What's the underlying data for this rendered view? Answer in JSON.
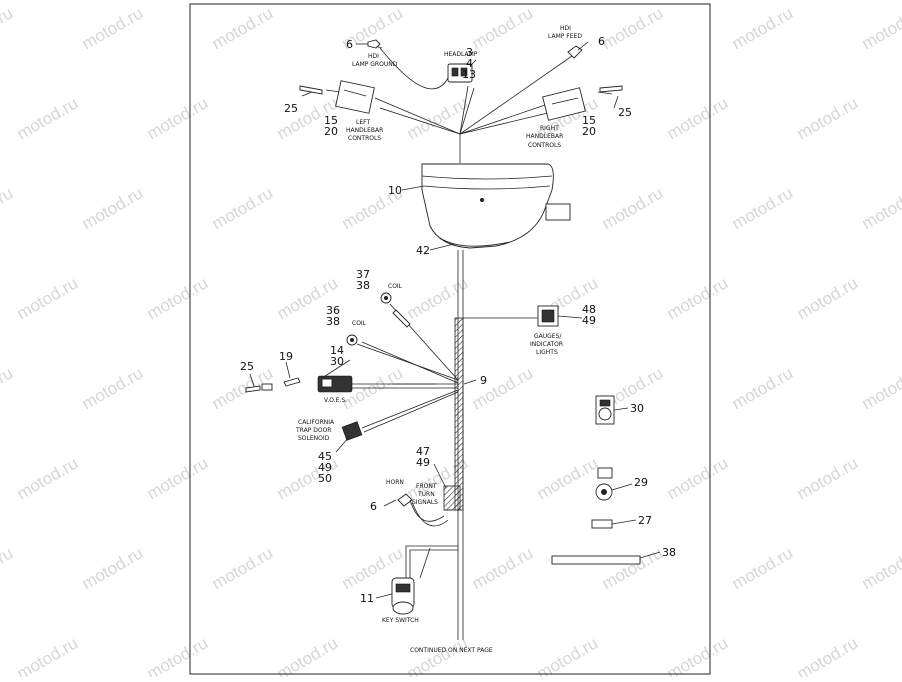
{
  "watermark": "motod.ru",
  "footer": "CONTINUED ON NEXT PAGE",
  "callouts": [
    {
      "id": "c1",
      "text": "6"
    },
    {
      "id": "c2",
      "text": "3"
    },
    {
      "id": "c3",
      "text": "4"
    },
    {
      "id": "c4",
      "text": "13"
    },
    {
      "id": "c5",
      "text": "6"
    },
    {
      "id": "c6",
      "text": "25"
    },
    {
      "id": "c7",
      "text": "15"
    },
    {
      "id": "c8",
      "text": "20"
    },
    {
      "id": "c9",
      "text": "25"
    },
    {
      "id": "c10",
      "text": "15"
    },
    {
      "id": "c11",
      "text": "20"
    },
    {
      "id": "c12",
      "text": "10"
    },
    {
      "id": "c13",
      "text": "42"
    },
    {
      "id": "c14",
      "text": "37"
    },
    {
      "id": "c15",
      "text": "38"
    },
    {
      "id": "c16",
      "text": "36"
    },
    {
      "id": "c17",
      "text": "38"
    },
    {
      "id": "c18",
      "text": "48"
    },
    {
      "id": "c19",
      "text": "49"
    },
    {
      "id": "c20",
      "text": "14"
    },
    {
      "id": "c21",
      "text": "30"
    },
    {
      "id": "c22",
      "text": "25"
    },
    {
      "id": "c23",
      "text": "19"
    },
    {
      "id": "c24",
      "text": "9"
    },
    {
      "id": "c25",
      "text": "30"
    },
    {
      "id": "c26",
      "text": "45"
    },
    {
      "id": "c27",
      "text": "49"
    },
    {
      "id": "c28",
      "text": "50"
    },
    {
      "id": "c29",
      "text": "47"
    },
    {
      "id": "c30",
      "text": "49"
    },
    {
      "id": "c31",
      "text": "29"
    },
    {
      "id": "c32",
      "text": "6"
    },
    {
      "id": "c33",
      "text": "27"
    },
    {
      "id": "c34",
      "text": "38"
    },
    {
      "id": "c35",
      "text": "11"
    }
  ],
  "labels": {
    "headlamp": "HEADLAMP",
    "hdi_ground_1": "HDI",
    "hdi_ground_2": "LAMP GROUND",
    "hdi_feed_1": "HDI",
    "hdi_feed_2": "LAMP FEED",
    "left_hb_1": "LEFT",
    "left_hb_2": "HANDLEBAR",
    "left_hb_3": "CONTROLS",
    "right_hb_1": "RIGHT",
    "right_hb_2": "HANDLEBAR",
    "right_hb_3": "CONTROLS",
    "coil_1": "COIL",
    "coil_2": "COIL",
    "gauges_1": "GAUGES/",
    "gauges_2": "INDICATOR",
    "gauges_3": "LIGHTS",
    "voes": "V.O.E.S.",
    "cal_1": "CALIFORNIA",
    "cal_2": "TRAP DOOR",
    "cal_3": "SOLENOID",
    "horn": "HORN",
    "front_1": "FRONT",
    "front_2": "TURN",
    "front_3": "SIGNALS",
    "key": "KEY SWITCH"
  }
}
